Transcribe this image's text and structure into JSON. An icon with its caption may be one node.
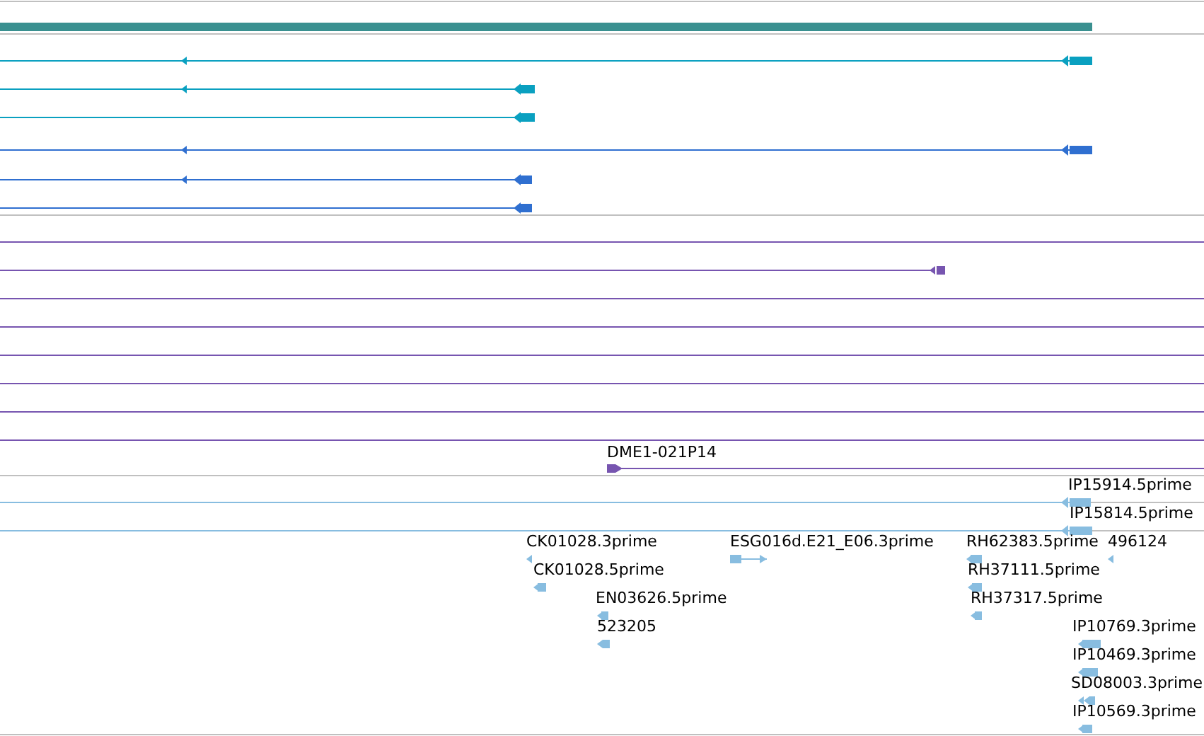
{
  "diagram": {
    "labels": [
      "DME1-021P14",
      "IP15914.5prime",
      "IP15814.5prime",
      "CK01028.3prime",
      "ESG016d.E21_E06.3prime",
      "RH62383.5prime",
      "496124",
      "CK01028.5prime",
      "RH37111.5prime",
      "EN03626.5prime",
      "RH37317.5prime",
      "523205",
      "IP10769.3prime",
      "IP10469.3prime",
      "SD08003.3prime",
      "IP10569.3prime"
    ]
  }
}
